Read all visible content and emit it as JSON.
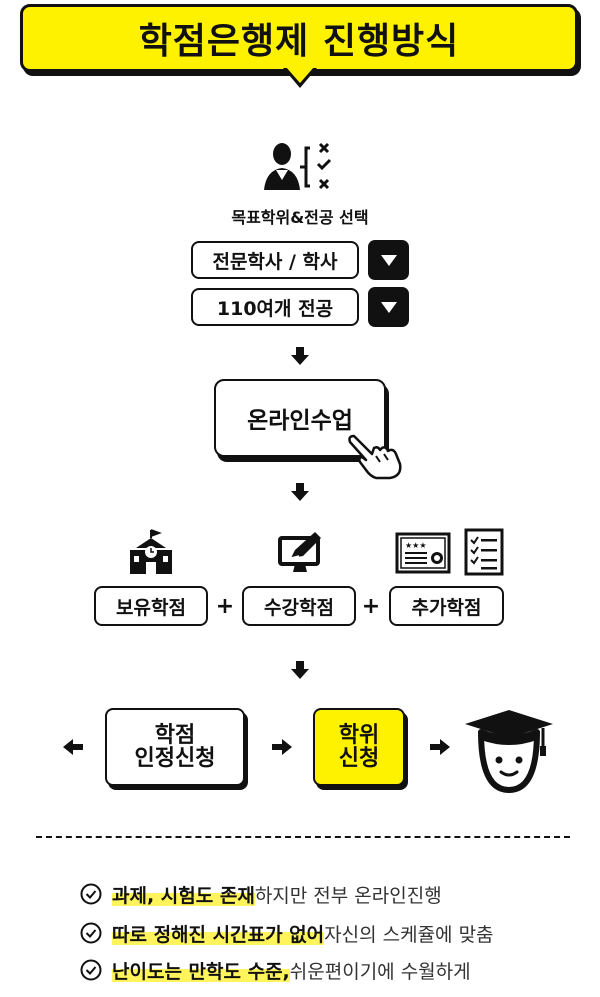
{
  "title": "학점은행제 진행방식",
  "goal": {
    "label": "목표학위&전공 선택",
    "degree_select": "전문학사 / 학사",
    "major_select": "110여개 전공"
  },
  "online_class": "온라인수업",
  "credits": {
    "owned": "보유학점",
    "course": "수강학점",
    "additional": "추가학점",
    "plus": "+"
  },
  "steps": {
    "recognition_line1": "학점",
    "recognition_line2": "인정신청",
    "degree_line1": "학위",
    "degree_line2": "신청"
  },
  "features": [
    {
      "highlight": "과제, 시험도 존재",
      "rest": "하지만 전부 온라인진행"
    },
    {
      "highlight": "따로 정해진 시간표가 없어",
      "rest": " 자신의 스케쥴에 맞춤"
    },
    {
      "highlight": "난이도는 만학도 수준,",
      "rest": " 쉬운편이기에 수월하게"
    }
  ],
  "colors": {
    "accent_yellow": "#fff200",
    "ink": "#111111"
  }
}
